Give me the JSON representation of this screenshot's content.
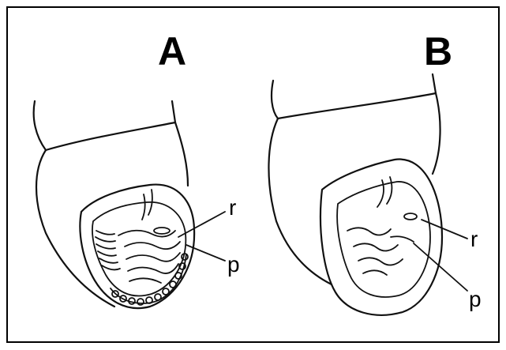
{
  "panels": [
    {
      "letter": "A",
      "labels": {
        "r": "r",
        "p": "p"
      }
    },
    {
      "letter": "B",
      "labels": {
        "r": "r",
        "p": "p"
      }
    }
  ],
  "colors": {
    "ink": "#111111",
    "frame": "#000000",
    "background": "#ffffff"
  }
}
